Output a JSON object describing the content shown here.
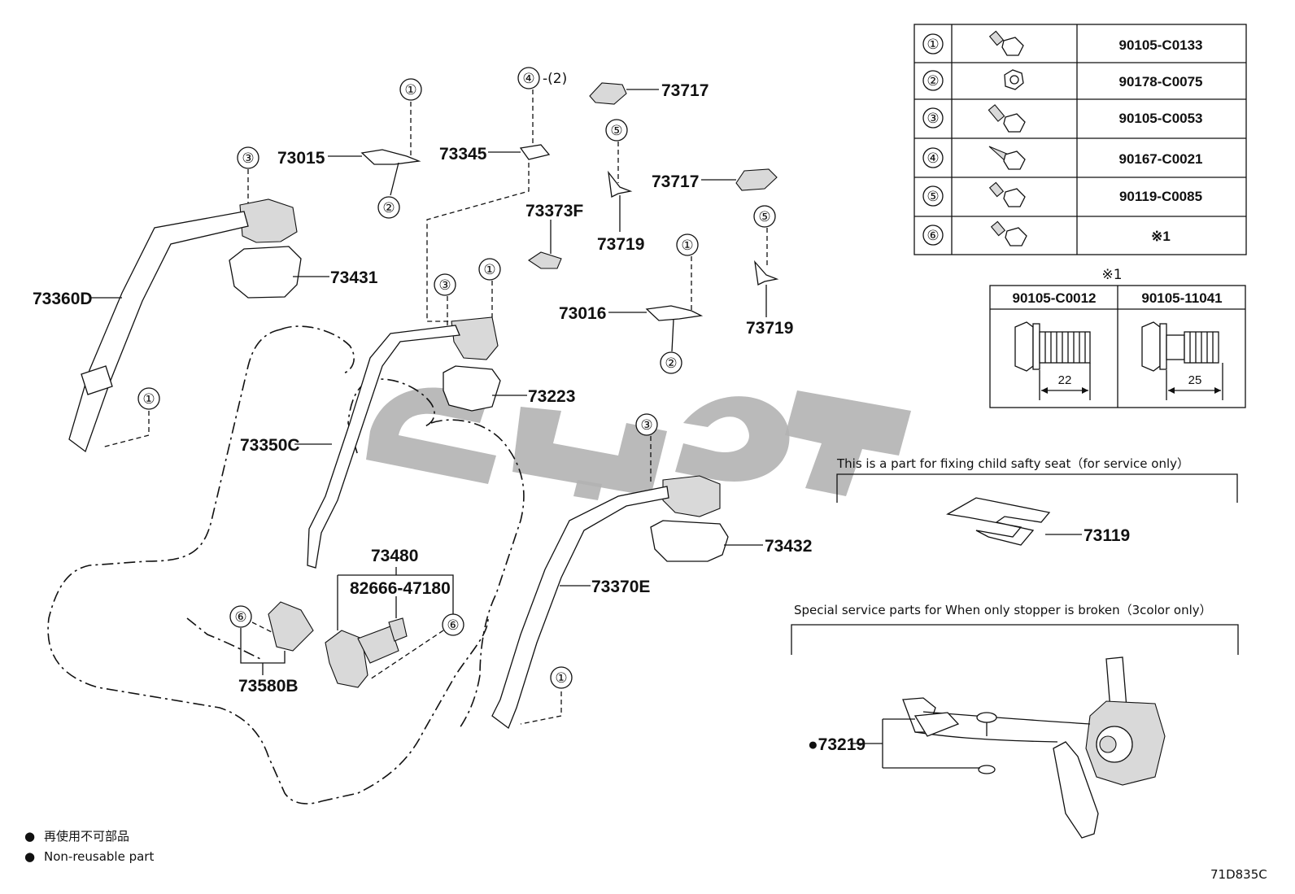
{
  "callouts": {
    "c1a": "①",
    "c1b": "①",
    "c1c": "①",
    "c1d": "①",
    "c1e": "①",
    "c2a": "②",
    "c2b": "②",
    "c3a": "③",
    "c3b": "③",
    "c3c": "③",
    "c4a": "④",
    "c4a_qty": "-(2)",
    "c5a": "⑤",
    "c5b": "⑤",
    "c6a": "⑥",
    "c6b": "⑥"
  },
  "parts": {
    "p73015": "73015",
    "p73345": "73345",
    "p73717a": "73717",
    "p73717b": "73717",
    "p73719a": "73719",
    "p73719b": "73719",
    "p73373F": "73373F",
    "p73016": "73016",
    "p73360D": "73360D",
    "p73431": "73431",
    "p73223": "73223",
    "p73350C": "73350C",
    "p73480": "73480",
    "p82666": "82666-47180",
    "p73580B": "73580B",
    "p73370E": "73370E",
    "p73432": "73432",
    "p73119": "73119",
    "p73219": "●73219"
  },
  "fastener_table": {
    "rows": [
      {
        "ref": "①",
        "icon": "hex-flange-bolt-icon",
        "part": "90105-C0133"
      },
      {
        "ref": "②",
        "icon": "hex-nut-icon",
        "part": "90178-C0075"
      },
      {
        "ref": "③",
        "icon": "hex-flange-bolt-icon",
        "part": "90105-C0053"
      },
      {
        "ref": "④",
        "icon": "tapping-screw-icon",
        "part": "90167-C0021"
      },
      {
        "ref": "⑤",
        "icon": "hex-flange-bolt-icon",
        "part": "90119-C0085"
      },
      {
        "ref": "⑥",
        "icon": "hex-flange-bolt-icon",
        "part": "※1"
      }
    ]
  },
  "note1_table": {
    "mark": "※1",
    "columns": [
      {
        "part": "90105-C0012",
        "dimension": "22"
      },
      {
        "part": "90105-11041",
        "dimension": "25"
      }
    ]
  },
  "notes": {
    "child_seat": "This is a part for fixing child safty seat（for service only）",
    "stopper": "Special service parts for When only stopper is broken（3color only）"
  },
  "legend": [
    {
      "symbol": "●",
      "text": "再使用不可部品"
    },
    {
      "symbol": "●",
      "text": "Non-reusable part"
    }
  ],
  "diagram_code": "71D835C",
  "colors": {
    "line": "#111111",
    "watermark": "#b3b3b3",
    "background": "#ffffff"
  }
}
